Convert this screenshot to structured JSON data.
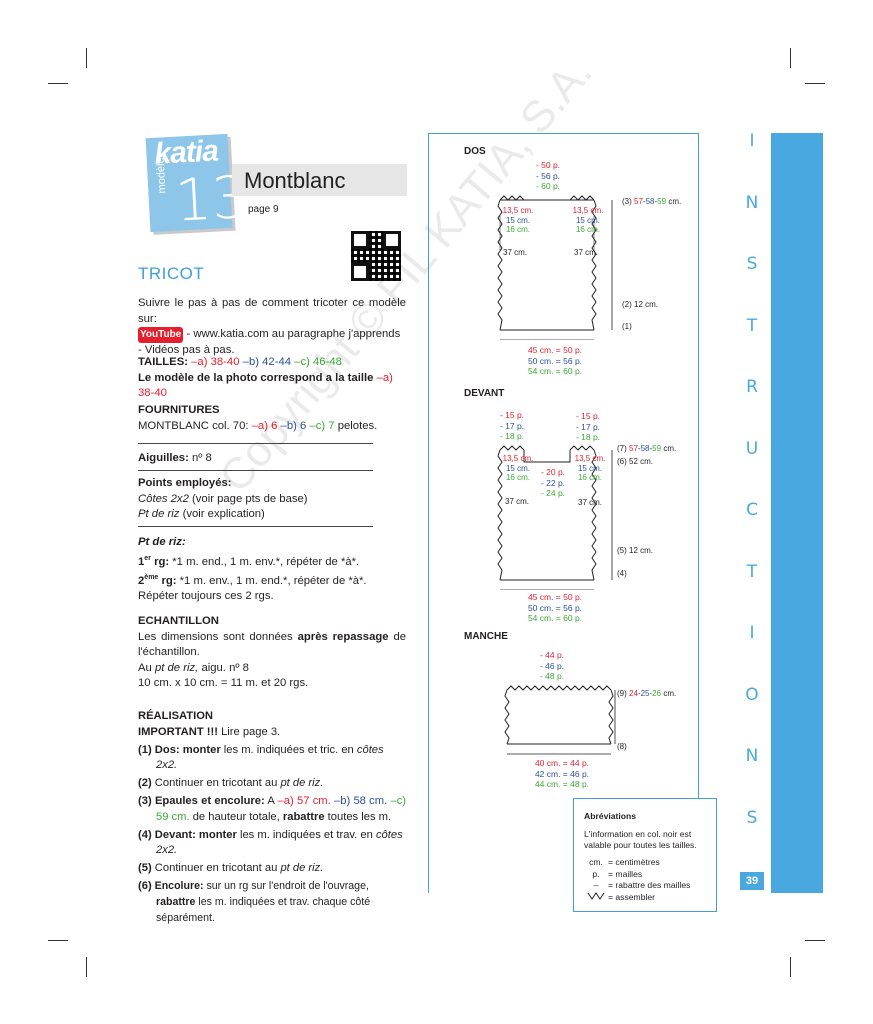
{
  "header": {
    "brand": "katia",
    "modele_label": "modèle",
    "model_number": "13",
    "title": "Montblanc",
    "page_ref": "page 9",
    "section": "TRICOT"
  },
  "intro": {
    "line1": "Suivre le pas à pas de comment tricoter ce modèle sur:",
    "youtube": "YouTube",
    "line2": "- www.katia.com au paragraphe j'apprends",
    "line3": "- Vidéos pas à pas."
  },
  "tailles": {
    "label": "TAILLES:",
    "a_key": "–a)",
    "a_val": "38-40",
    "b_key": "–b)",
    "b_val": "42-44",
    "c_key": "–c)",
    "c_val": "46-48",
    "photo_text": "Le modèle de la photo correspond a la taille",
    "photo_key": "–a)",
    "photo_val": "38-40"
  },
  "fournitures": {
    "label": "FOURNITURES",
    "text": "MONTBLANC col. 70:",
    "a_key": "–a)",
    "a_val": "6",
    "b_key": "–b)",
    "b_val": "6",
    "c_key": "–c)",
    "c_val": "7",
    "suffix": "pelotes."
  },
  "aiguilles": {
    "label": "Aiguilles:",
    "value": "nº 8"
  },
  "points": {
    "label": "Points employés:",
    "p1_name": "Côtes 2x2",
    "p1_rest": "(voir page pts de base)",
    "p2_name": "Pt de riz",
    "p2_rest": "(voir explication)"
  },
  "ptriz": {
    "label": "Pt de riz:",
    "r1_num": "1",
    "r1_sup": "er",
    "r1_lbl": "rg:",
    "r1_text": "*1 m. end., 1 m. env.*, répéter de *à*.",
    "r2_num": "2",
    "r2_sup": "ème",
    "r2_lbl": "rg:",
    "r2_text": "*1 m. env., 1 m. end.*, répéter de *à*.",
    "r3": "Répéter toujours ces 2 rgs."
  },
  "echantillon": {
    "label": "ECHANTILLON",
    "t1": "Les dimensions sont données",
    "t1b": "après repassage",
    "t1c": "de l'échantillon.",
    "t2a": "Au",
    "t2b": "pt de riz,",
    "t2c": "aigu. nº 8",
    "t3": "10 cm. x 10 cm. = 11 m. et 20 rgs."
  },
  "realisation": {
    "label": "RÉALISATION",
    "important": "IMPORTANT !!!",
    "important_rest": "Lire page 3.",
    "s1_num": "(1)",
    "s1_b": "Dos: monter",
    "s1_t": "les m. indiquées et tric. en",
    "s1_i": "côtes 2x2.",
    "s2_num": "(2)",
    "s2_t": "Continuer en tricotant au",
    "s2_i": "pt de riz.",
    "s3_num": "(3)",
    "s3_b": "Epaules et encolure:",
    "s3_t": "A",
    "s3_a": "–a) 57 cm.",
    "s3_bb": "–b) 58 cm.",
    "s3_c": "–c) 59 cm.",
    "s3_t2": "de hauteur totale,",
    "s3_b2": "rabattre",
    "s3_t3": "toutes les m.",
    "s4_num": "(4)",
    "s4_b": "Devant: monter",
    "s4_t": "les m. indiquées et trav. en",
    "s4_i": "côtes 2x2.",
    "s5_num": "(5)",
    "s5_t": "Continuer en tricotant au",
    "s5_i": "pt de riz.",
    "s6_num": "(6)",
    "s6_b": "Encolure:",
    "s6_t": "sur un rg sur l'endroit de l'ouvrage,",
    "s6_b2": "rabattre",
    "s6_t2": "les m. indiquées et trav. chaque côté séparément."
  },
  "diagrams": {
    "dos": {
      "label": "DOS",
      "top_a": "- 50 p.",
      "top_b": "- 56 p.",
      "top_c": "- 60 p.",
      "sh_a": "13,5 cm.",
      "sh_b": "15 cm.",
      "sh_c": "16 cm.",
      "h37": "37 cm.",
      "m3": "(3)",
      "m3_a": "57",
      "m3_b": "58",
      "m3_c": "59",
      "m3_u": "cm.",
      "m2": "(2)",
      "m2_v": "12 cm.",
      "m1": "(1)",
      "w_a": "45 cm. = 50 p.",
      "w_b": "50 cm. = 56 p.",
      "w_c": "54 cm. = 60 p."
    },
    "devant": {
      "label": "DEVANT",
      "top_a": "- 15 p.",
      "top_b": "- 17 p.",
      "top_c": "- 18 p.",
      "sh_a": "13,5 cm.",
      "sh_b": "15 cm.",
      "sh_c": "16 cm.",
      "neck_a": "- 20 p.",
      "neck_b": "- 22 p.",
      "neck_c": "- 24 p.",
      "h37": "37 cm.",
      "m7": "(7)",
      "m7_a": "57",
      "m7_b": "58",
      "m7_c": "59",
      "m7_u": "cm.",
      "m6": "(6)",
      "m6_v": "52 cm.",
      "m5": "(5)",
      "m5_v": "12 cm.",
      "m4": "(4)",
      "w_a": "45 cm. = 50 p.",
      "w_b": "50 cm. = 56 p.",
      "w_c": "54 cm. = 60 p."
    },
    "manche": {
      "label": "MANCHE",
      "top_a": "- 44 p.",
      "top_b": "- 46 p.",
      "top_c": "- 48 p.",
      "m9": "(9)",
      "m9_a": "24",
      "m9_b": "25",
      "m9_c": "26",
      "m9_u": "cm.",
      "m8": "(8)",
      "w_a": "40 cm. = 44 p.",
      "w_b": "42 cm. = 46 p.",
      "w_c": "44 cm. = 48 p."
    }
  },
  "abbreviations": {
    "title": "Abréviations",
    "note": "L'information en col. noir est valable pour toutes les tailles.",
    "k1": "cm.",
    "v1": "= centimètres",
    "k2": "p.",
    "v2": "= mailles",
    "k3": "–",
    "v3": "= rabattre des mailles",
    "v4": "= assembler"
  },
  "sidebar": {
    "letters": [
      "I",
      "N",
      "S",
      "T",
      "R",
      "U",
      "C",
      "T",
      "I",
      "O",
      "N",
      "S"
    ],
    "page_number": "39"
  },
  "watermark": "Copyright © FIL KATIA, S.A."
}
